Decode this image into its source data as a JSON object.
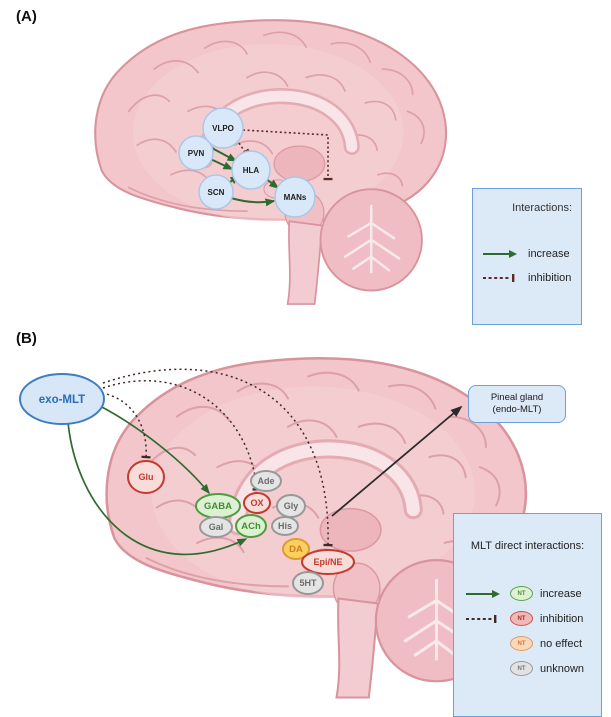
{
  "panel_a": {
    "label": "(A)",
    "nodes": [
      {
        "id": "vlpo",
        "label": "VLPO"
      },
      {
        "id": "pvn",
        "label": "PVN"
      },
      {
        "id": "hla",
        "label": "HLA"
      },
      {
        "id": "scn",
        "label": "SCN"
      },
      {
        "id": "mans",
        "label": "MANs"
      }
    ],
    "edges": [
      {
        "from": "PVN",
        "to": "HLA",
        "type": "increase"
      },
      {
        "from": "PVN",
        "to": "HLA",
        "type": "increase"
      },
      {
        "from": "SCN",
        "to": "HLA",
        "type": "increase"
      },
      {
        "from": "HLA",
        "to": "MANs",
        "type": "increase"
      },
      {
        "from": "SCN",
        "to": "MANs",
        "type": "increase"
      },
      {
        "from": "VLPO",
        "to": "PVN",
        "type": "inhibition"
      },
      {
        "from": "VLPO",
        "to": "HLA",
        "type": "inhibition"
      },
      {
        "from": "VLPO",
        "to": "MANs",
        "type": "inhibition"
      }
    ],
    "legend": {
      "title": "Interactions:",
      "items": [
        {
          "label": "increase",
          "type": "increase"
        },
        {
          "label": "inhibition",
          "type": "inhibition"
        }
      ]
    }
  },
  "panel_b": {
    "label": "(B)",
    "source_node": {
      "label": "exo-MLT"
    },
    "pineal_box": {
      "line1": "Pineal gland",
      "line2": "(endo-MLT)"
    },
    "nodes": [
      {
        "id": "glu",
        "label": "Glu",
        "effect": "inhibition"
      },
      {
        "id": "ade",
        "label": "Ade",
        "effect": "unknown"
      },
      {
        "id": "gaba",
        "label": "GABA",
        "effect": "increase"
      },
      {
        "id": "ox",
        "label": "OX",
        "effect": "inhibition"
      },
      {
        "id": "gly",
        "label": "Gly",
        "effect": "unknown"
      },
      {
        "id": "gal",
        "label": "Gal",
        "effect": "unknown"
      },
      {
        "id": "ach",
        "label": "ACh",
        "effect": "increase"
      },
      {
        "id": "his",
        "label": "His",
        "effect": "unknown"
      },
      {
        "id": "da",
        "label": "DA",
        "effect": "no effect"
      },
      {
        "id": "epine",
        "label": "Epi/NE",
        "effect": "inhibition"
      },
      {
        "id": "fiveht",
        "label": "5HT",
        "effect": "unknown"
      }
    ],
    "edges": [
      {
        "from": "exo-MLT",
        "to": "GABA",
        "type": "increase"
      },
      {
        "from": "exo-MLT",
        "to": "ACh",
        "type": "increase"
      },
      {
        "from": "exo-MLT",
        "to": "Glu",
        "type": "inhibition"
      },
      {
        "from": "exo-MLT",
        "to": "OX",
        "type": "inhibition"
      },
      {
        "from": "exo-MLT",
        "to": "Epi/NE",
        "type": "inhibition"
      },
      {
        "from": "pineal region",
        "to": "Pineal gland (endo-MLT)",
        "type": "arrow"
      }
    ],
    "legend": {
      "title": "MLT direct interactions:",
      "nt_abbrev": "NT",
      "items": [
        {
          "label": "increase",
          "type": "increase"
        },
        {
          "label": "inhibition",
          "type": "inhibition"
        },
        {
          "label": "no effect",
          "type": "no-effect"
        },
        {
          "label": "unknown",
          "type": "unknown"
        }
      ]
    }
  },
  "colors": {
    "increase_green": "#2f6b2f",
    "inhibition_dash_a": "#5d2a24",
    "inhibition_dash_b": "#3d2b27",
    "node_blue_fill": "#d9e8f8",
    "legend_box_fill": "#dce9f7",
    "legend_box_border": "#6f9fd8",
    "brain_pink": "#f2c6ca",
    "exo_mlt_blue": "#2a6cb5",
    "red_node": "#c23b2e",
    "green_node": "#4f9c3e",
    "orange_node": "#dc9a38",
    "gray_node": "#989898"
  }
}
